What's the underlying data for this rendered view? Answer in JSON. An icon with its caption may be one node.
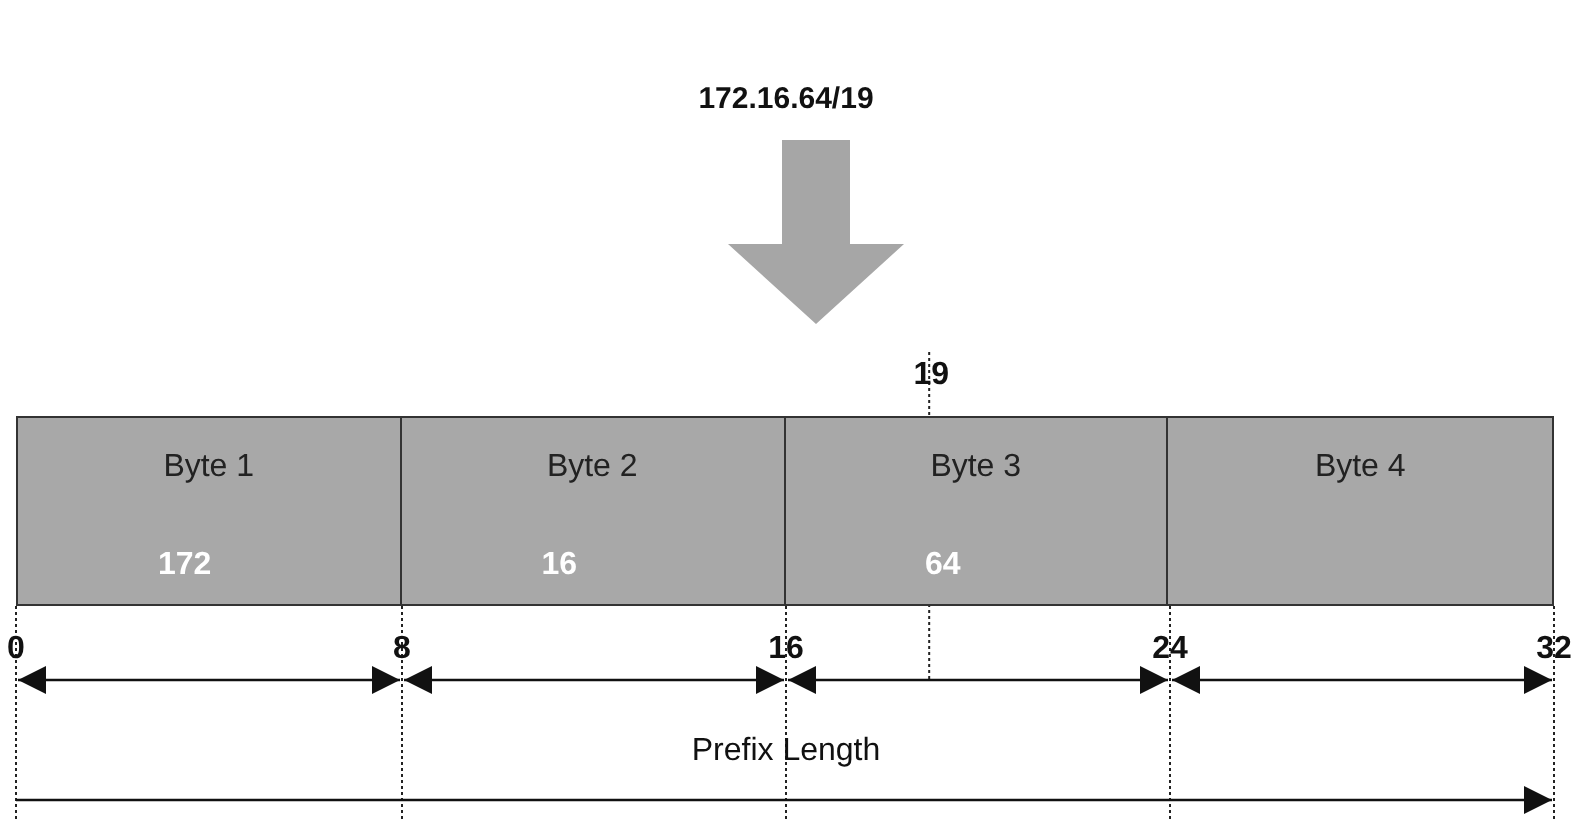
{
  "diagram": {
    "nodes": [
      {
        "text": [
          "172.16.64/19"
        ]
      },
      {
        "text": [],
        "shape": "bar"
      },
      {
        "text": [
          "Byte 1",
          "172"
        ],
        "in": 1
      },
      {
        "text": [
          "Byte 2",
          "16"
        ],
        "in": 1
      },
      {
        "text": [
          "Byte 3",
          "64"
        ],
        "in": 1
      },
      {
        "text": [
          "Byte 4"
        ],
        "in": 1
      }
    ],
    "edges": [
      {
        "from": 0,
        "to": 1,
        "arrow": "to",
        "style": "thick"
      }
    ],
    "labels": [
      "19",
      "0",
      "8",
      "16",
      "24",
      "32",
      "Prefix Length"
    ]
  }
}
